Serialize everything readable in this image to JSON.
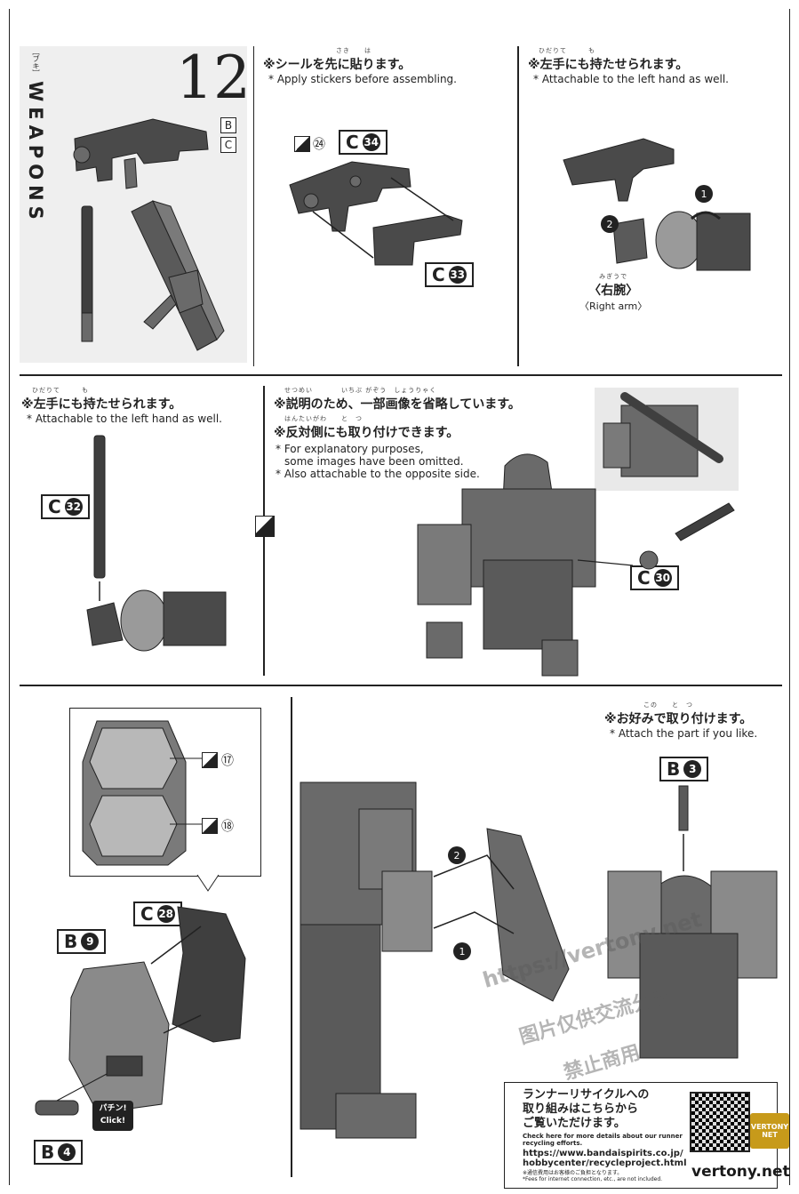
{
  "header": {
    "section_jp": "［ブキ］",
    "section_en": "WEAPONS",
    "step_number": "12",
    "runners": [
      "B",
      "C"
    ]
  },
  "panel1": {
    "ruby": "さき　　は",
    "jp": "※シールを先に貼ります。",
    "en": "* Apply stickers before assembling.",
    "sticker_no": "㉔",
    "part_top": {
      "runner": "C",
      "num": "34"
    },
    "part_bottom": {
      "runner": "C",
      "num": "33"
    }
  },
  "panel2": {
    "ruby": "ひだりて　　　も",
    "jp": "※左手にも持たせられます。",
    "en": "* Attachable to the left hand as well.",
    "arm_ruby": "みぎうで",
    "arm_jp": "〈右腕〉",
    "arm_en": "〈Right arm〉",
    "steps": [
      "1",
      "2"
    ]
  },
  "panel3": {
    "ruby": "ひだりて　　　も",
    "jp": "※左手にも持たせられます。",
    "en": "* Attachable to the left hand as well.",
    "part": {
      "runner": "C",
      "num": "32"
    }
  },
  "panel4": {
    "ruby1": "せつめい　　　　いちぶ がぞう　しょうりゃく",
    "jp1": "※説明のため、一部画像を省略しています。",
    "ruby2": "はんたいがわ　　と　つ",
    "jp2": "※反対側にも取り付けできます。",
    "en1a": "* For explanatory purposes,",
    "en1b": "some images have been omitted.",
    "en2": "* Also attachable to the opposite side.",
    "part": {
      "runner": "C",
      "num": "30"
    }
  },
  "panel5": {
    "sticker_a": "⑰",
    "sticker_b": "⑱",
    "part_top": {
      "runner": "C",
      "num": "28"
    },
    "part_mid": {
      "runner": "B",
      "num": "9"
    },
    "part_bot": {
      "runner": "B",
      "num": "4"
    },
    "click_jp": "パチン!",
    "click_en": "Click!"
  },
  "panel6": {
    "steps": [
      "2",
      "1"
    ]
  },
  "panel7": {
    "ruby": "この　　と　つ",
    "jp": "※お好みで取り付けます。",
    "en": "* Attach the part if you like.",
    "part": {
      "runner": "B",
      "num": "3"
    }
  },
  "recycle": {
    "jp1": "ランナーリサイクルへの",
    "jp2": "取り組みはこちらから",
    "jp3": "ご覧いただけます。",
    "en1": "Check here for more details about our runner",
    "en2": "recycling efforts.",
    "url1": "https://www.bandaispirits.co.jp/",
    "url2": "hobbycenter/recycleproject.html",
    "note_jp": "※通信費用はお客様のご負担となります。",
    "note_en": "*Fees for internet connection, etc., are not included."
  },
  "watermark": {
    "url": "https://vertony.net",
    "cn": "图片仅供交流分享",
    "cn2": "禁止商用",
    "badge": "VERTONY NET",
    "domain": "vertony.net"
  },
  "colors": {
    "part_dark": "#4a4a4a",
    "part_mid": "#8a8a8a",
    "part_light": "#c8c8c8",
    "line": "#222222"
  }
}
